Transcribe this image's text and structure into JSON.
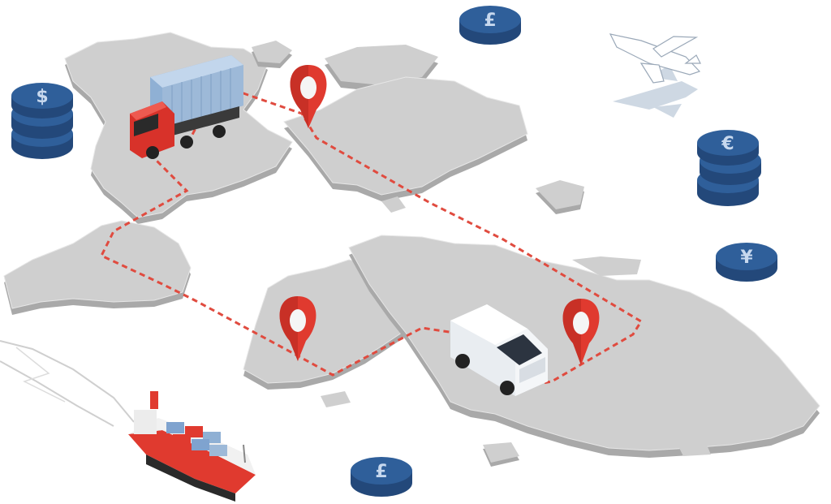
{
  "colors": {
    "background": "#ffffff",
    "land_top": "#cfcfcf",
    "land_side": "#a9a9a9",
    "route": "#e04b3f",
    "pin": "#e03a2f",
    "pin_dark": "#b82a22",
    "coin_face": "#2f5f9a",
    "coin_side": "#23487a",
    "coin_symbol": "#c7d8ee",
    "truck_red": "#d8322a",
    "container_blue": "#9db9d8",
    "van_white": "#f4f6f8",
    "ship_red": "#e03a2f",
    "plane_white": "#ffffff",
    "plane_shadow": "#bfcbd8"
  },
  "coins": [
    {
      "name": "dollar",
      "symbol": "$",
      "icon": "dollar-coin-icon"
    },
    {
      "name": "pound-top",
      "symbol": "£",
      "icon": "pound-coin-icon"
    },
    {
      "name": "euro",
      "symbol": "€",
      "icon": "euro-coin-icon"
    },
    {
      "name": "yen",
      "symbol": "¥",
      "icon": "yen-coin-icon"
    },
    {
      "name": "pound-bottom",
      "symbol": "£",
      "icon": "pound-coin-icon"
    }
  ],
  "vehicles": [
    "truck-icon",
    "van-icon",
    "cargo-ship-icon",
    "airplane-icon"
  ],
  "pins": [
    "map-pin-icon",
    "map-pin-icon",
    "map-pin-icon"
  ]
}
